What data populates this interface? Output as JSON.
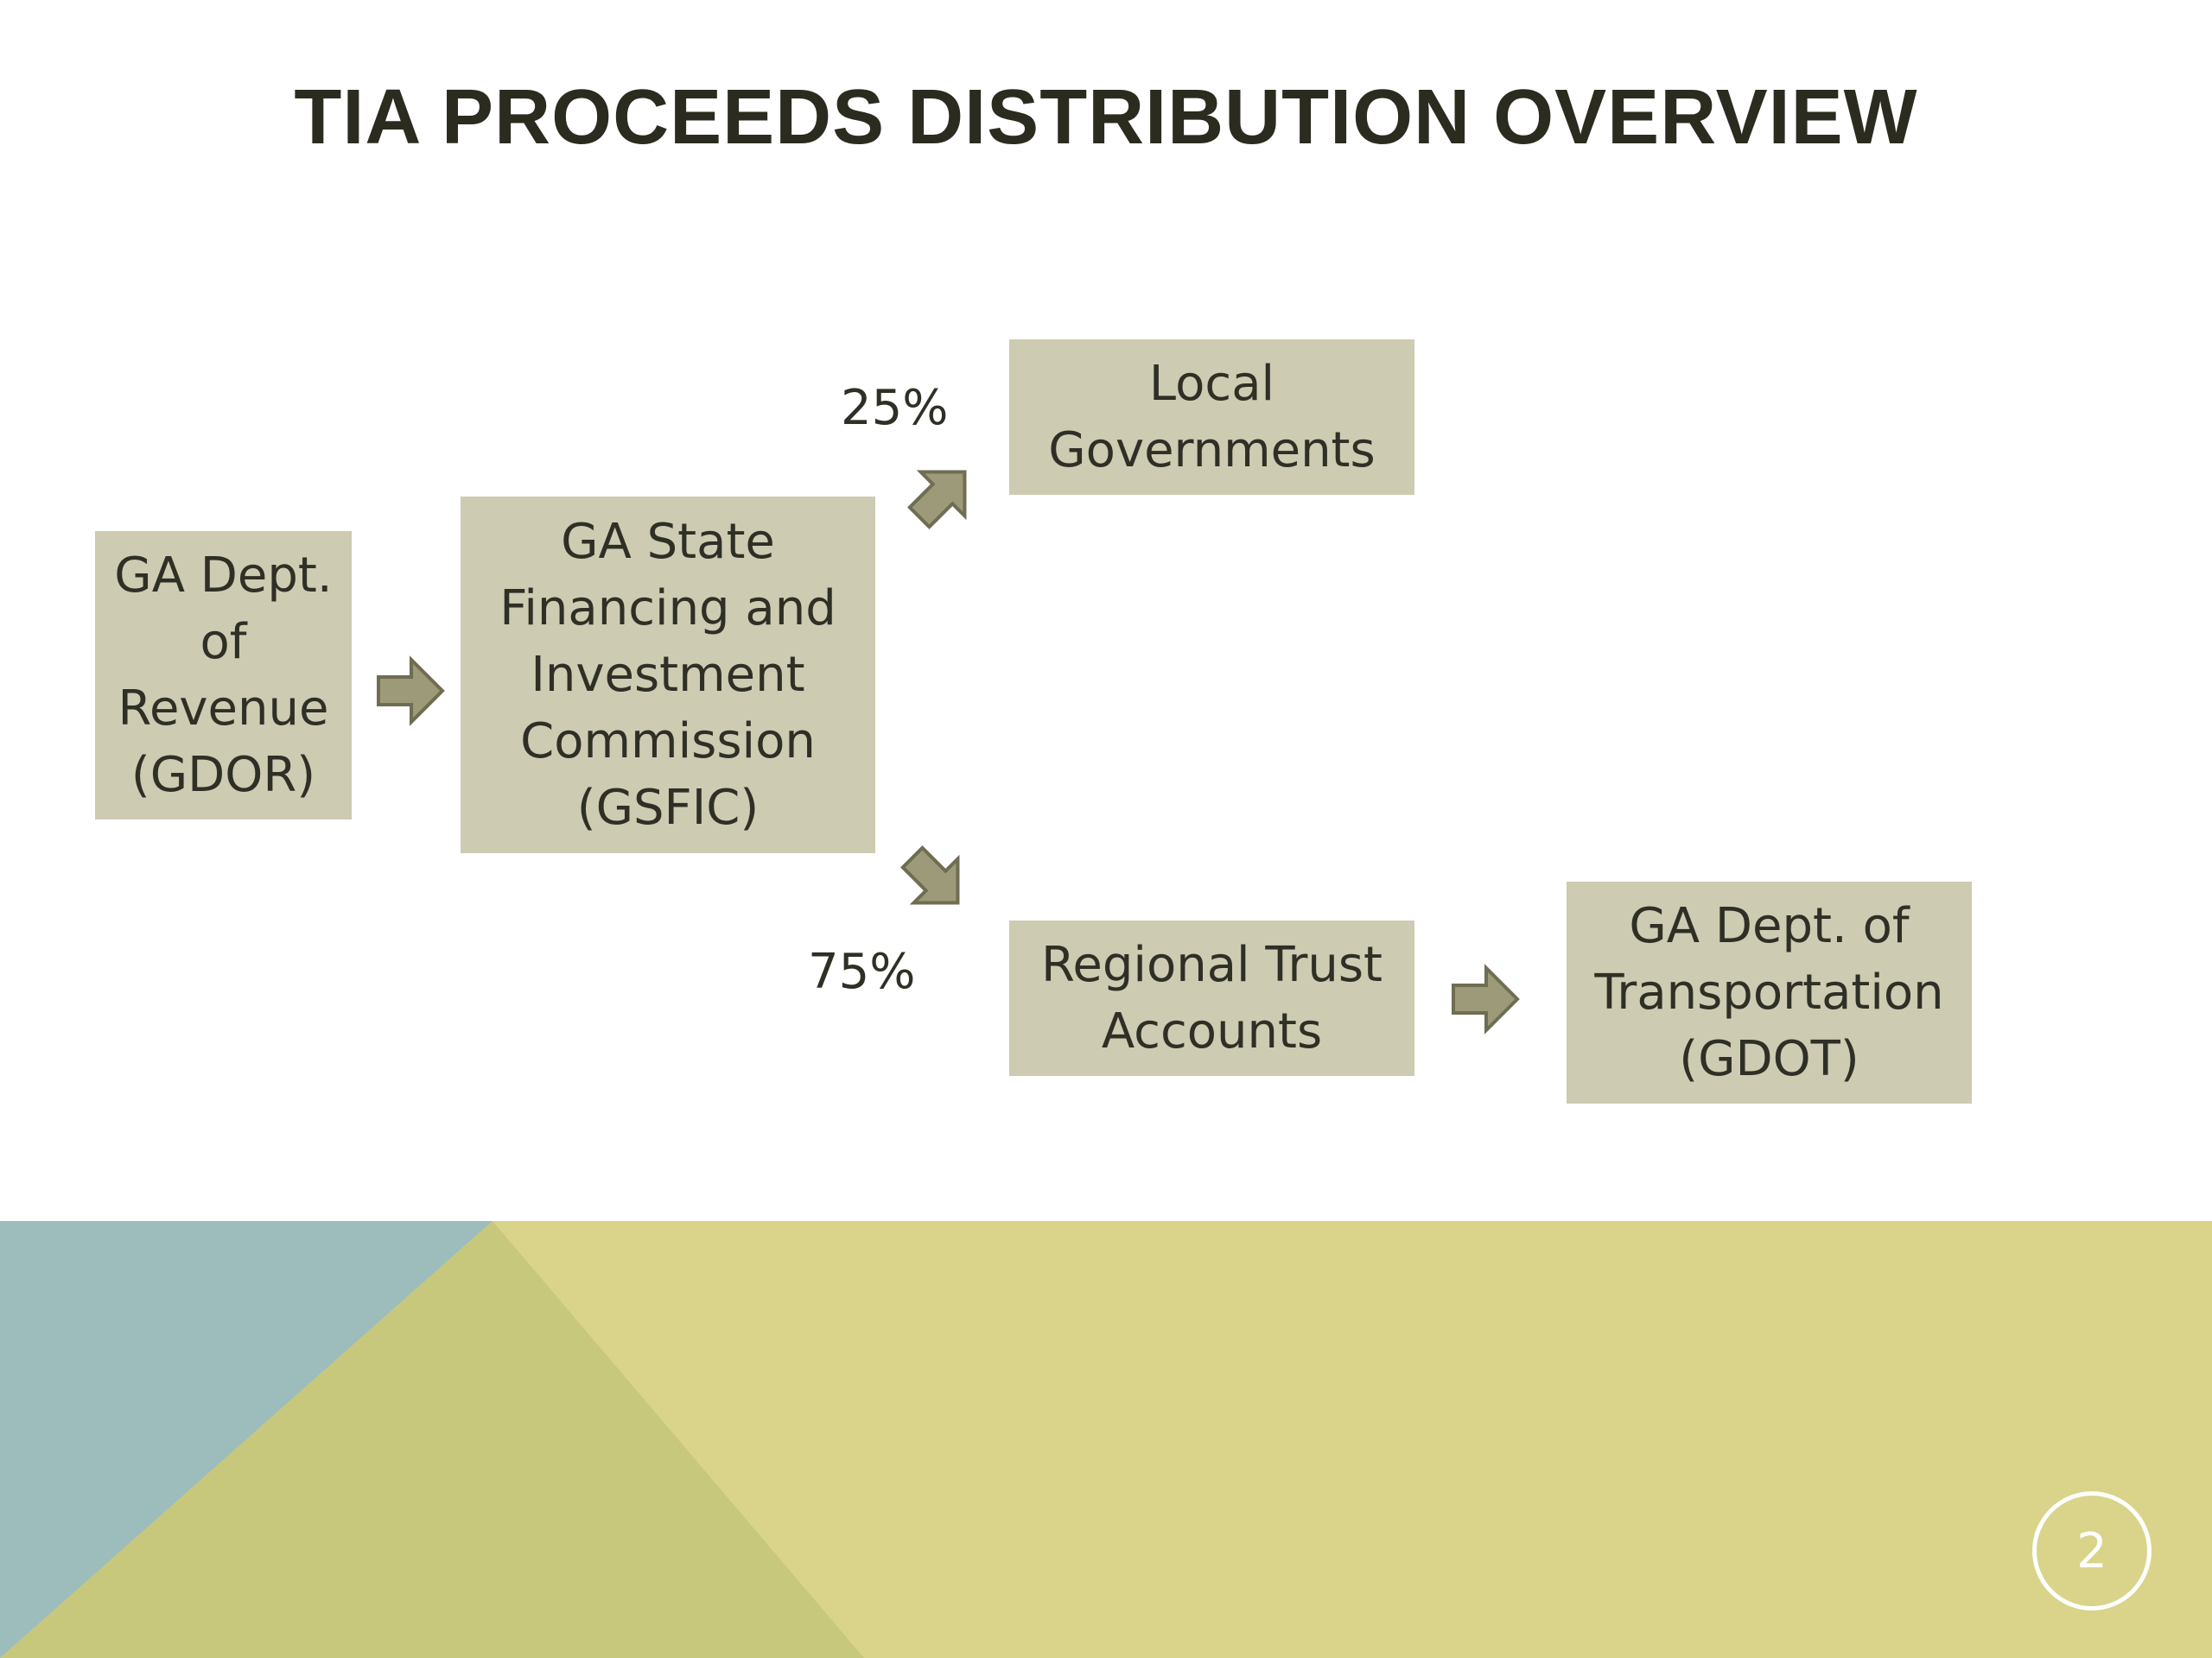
{
  "slide": {
    "title": "TIA PROCEEDS DISTRIBUTION OVERVIEW",
    "page_number": "2"
  },
  "diagram": {
    "nodes": {
      "gdor": "GA Dept.\nof\nRevenue\n(GDOR)",
      "gsfic": "GA State\nFinancing and\nInvestment\nCommission\n(GSFIC)",
      "local": "Local\nGovernments",
      "regional": "Regional Trust\nAccounts",
      "gdot": "GA Dept. of\nTransportation\n(GDOT)"
    },
    "edges": [
      {
        "from": "gdor",
        "to": "gsfic",
        "label": ""
      },
      {
        "from": "gsfic",
        "to": "local",
        "label": "25%"
      },
      {
        "from": "gsfic",
        "to": "regional",
        "label": "75%"
      },
      {
        "from": "regional",
        "to": "gdot",
        "label": ""
      }
    ],
    "labels": {
      "local_share": "25%",
      "regional_share": "75%"
    }
  },
  "colors": {
    "box_fill": "#cdcbb1",
    "arrow_fill": "#9c9a78",
    "arrow_stroke": "#6f6d52",
    "footer_teal": "#9dbcbc",
    "footer_olive": "#c7c87c",
    "footer_yellow": "#d9d48a"
  }
}
